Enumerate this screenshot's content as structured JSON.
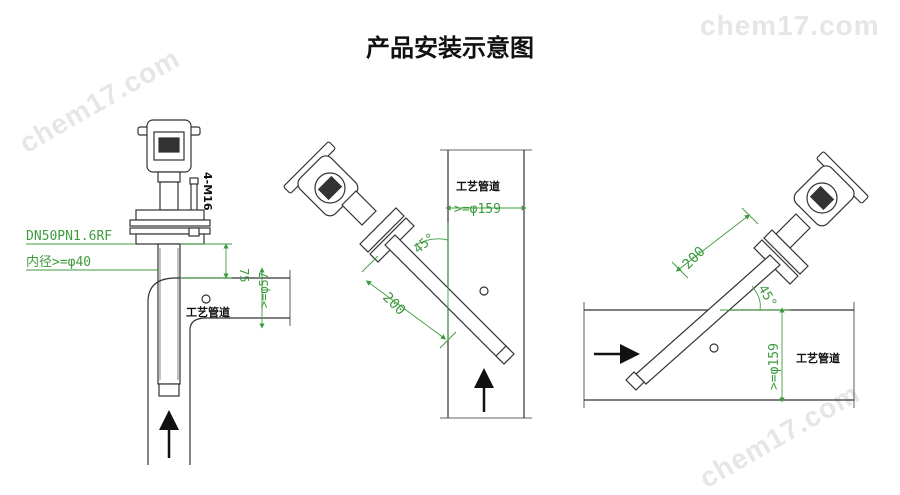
{
  "title": "产品安装示意图",
  "watermark": "chem17.com",
  "colors": {
    "dimension": "#3f9b3f",
    "line": "#333333"
  },
  "fig1": {
    "flange_spec": "DN50PN1.6RF",
    "inner_diameter": "内径>=φ40",
    "dim_75": "75",
    "dim_57": ">=φ57",
    "bolt": "4-M16",
    "pipe_label": "工艺管道"
  },
  "fig2": {
    "pipe_label": "工艺管道",
    "dim_159": ">=φ159",
    "angle": "45°",
    "dim_200": "200"
  },
  "fig3": {
    "pipe_label": "工艺管道",
    "dim_159": ">=φ159",
    "angle": "45°",
    "dim_200": "200"
  }
}
